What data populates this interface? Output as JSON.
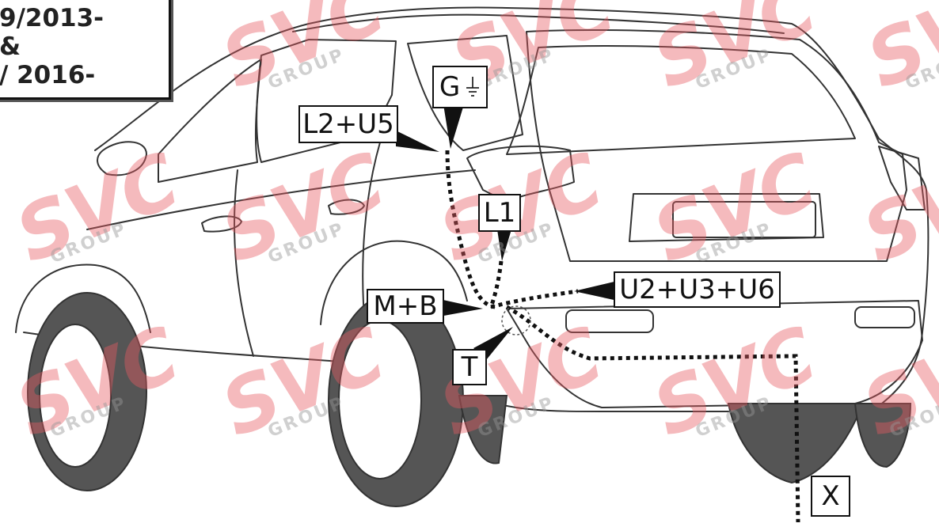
{
  "year_box": {
    "line1": "9/2013-",
    "line2": "&",
    "line3": "/ 2016-"
  },
  "labels": {
    "g": "G",
    "l2_u5": "L2+U5",
    "l1": "L1",
    "m_b": "M+B",
    "u2_u3_u6": "U2+U3+U6",
    "t": "T",
    "x": "X"
  },
  "watermark": {
    "brand": "SVC",
    "sub": "GROUP"
  },
  "colors": {
    "line": "#333333",
    "tire": "#555555",
    "watermark": "#e85a62"
  },
  "icons": {
    "ground": "ground-symbol-icon"
  }
}
